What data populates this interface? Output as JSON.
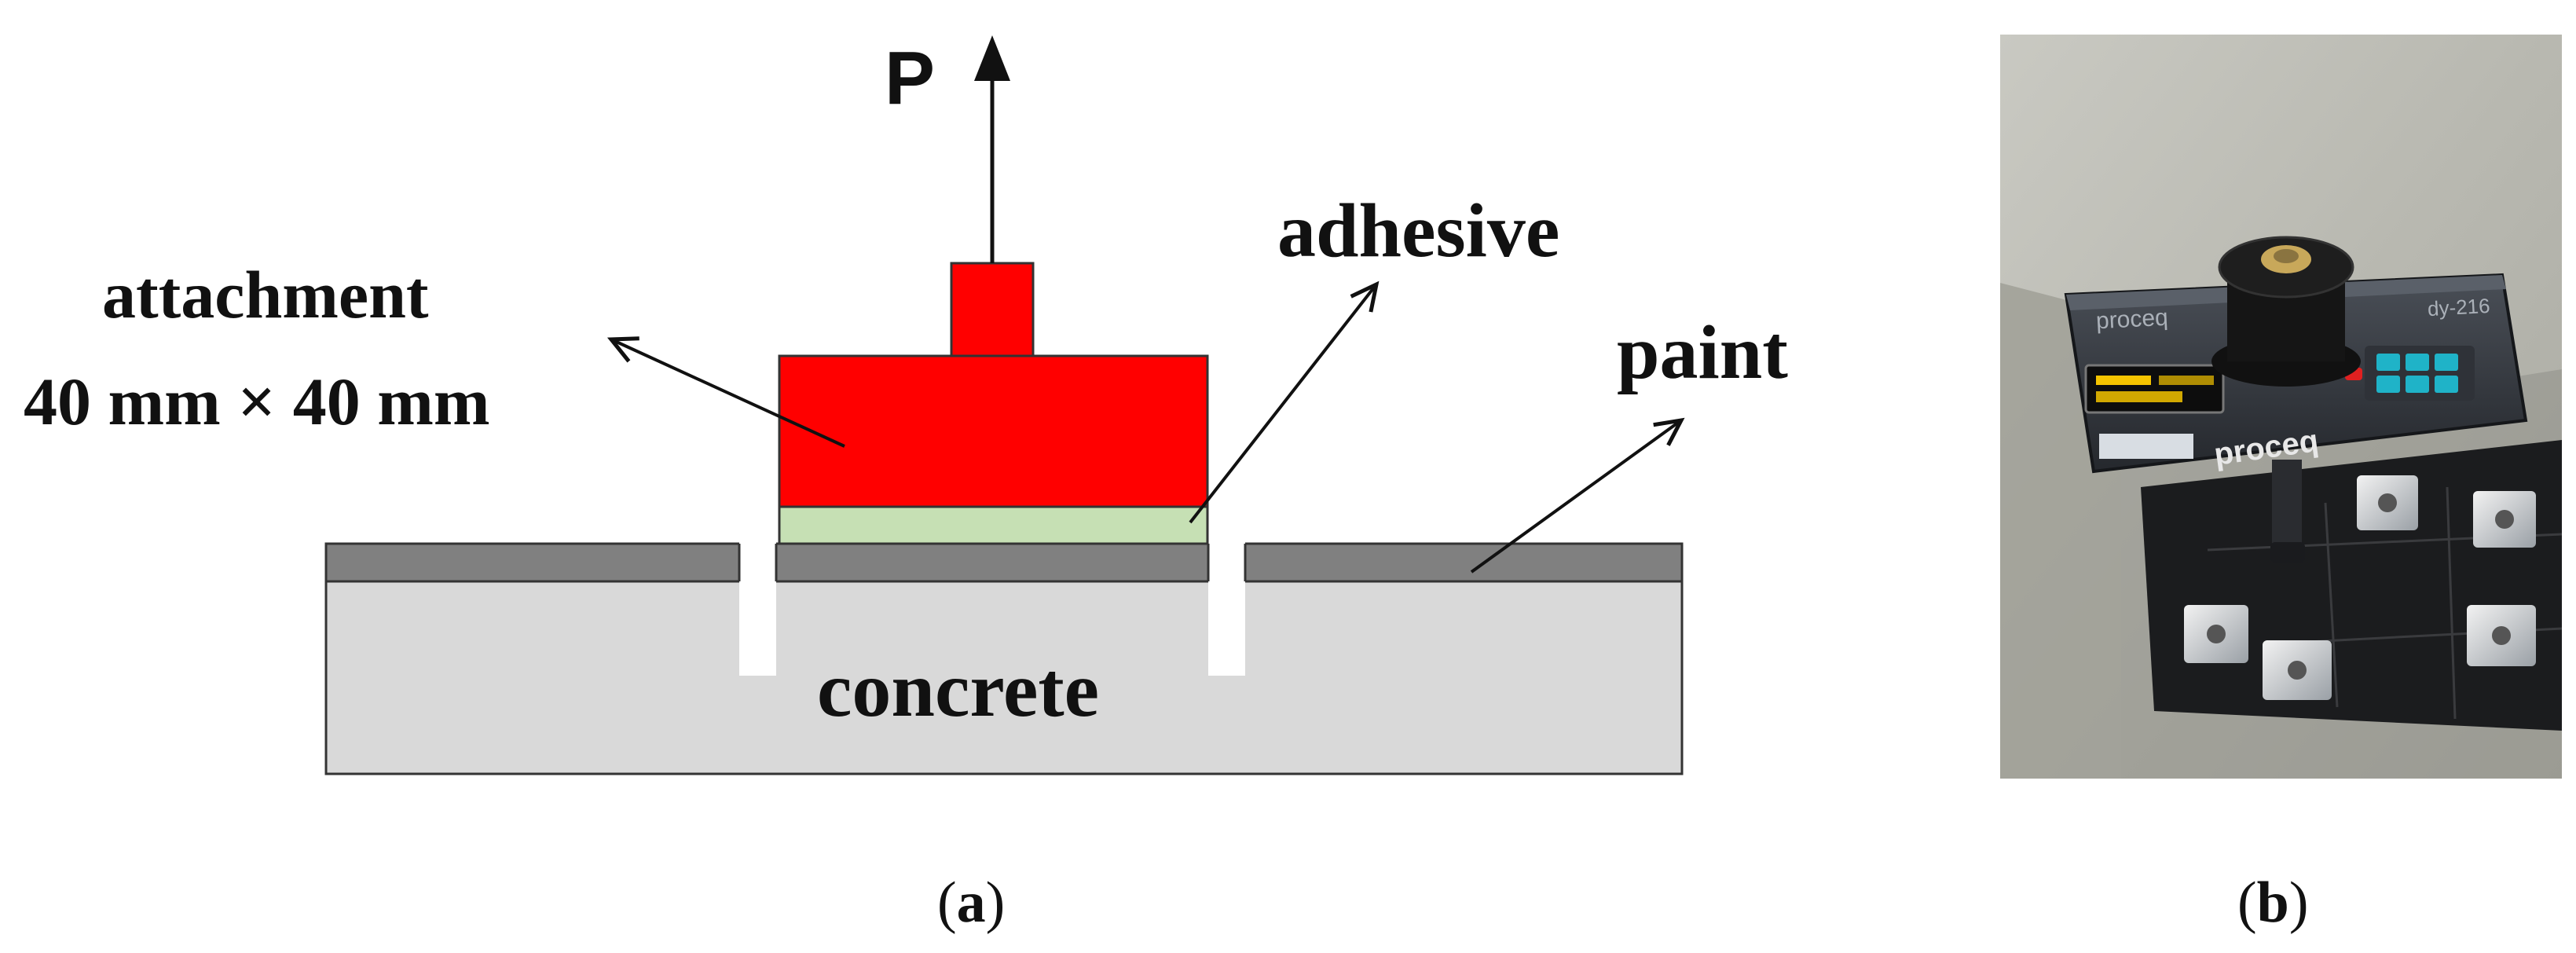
{
  "diagram": {
    "load_label": "P",
    "attachment_label": "attachment",
    "attachment_size": "40 mm × 40 mm",
    "adhesive_label": "adhesive",
    "paint_label": "paint",
    "concrete_label": "concrete",
    "colors": {
      "attachment": "#ff0000",
      "adhesive": "#c6e0b4",
      "paint": "#808080",
      "concrete": "#d9d9d9"
    }
  },
  "captions": {
    "a": "a",
    "b": "b"
  },
  "photo": {
    "brand_top": "proceq",
    "brand_side": "proceq",
    "model": "dy-216"
  }
}
